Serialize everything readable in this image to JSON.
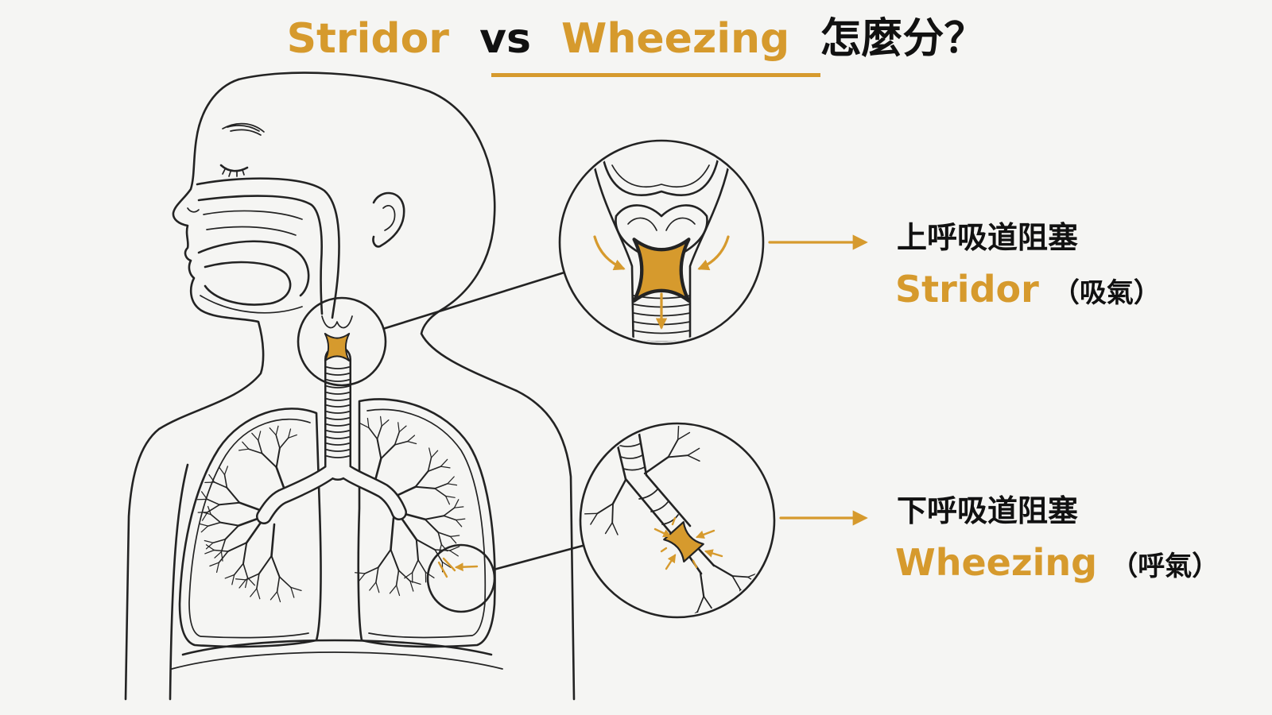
{
  "title": {
    "term1": "Stridor",
    "vs": "vs",
    "term2": "Wheezing",
    "question": "怎麼分？"
  },
  "upper": {
    "heading": "上呼吸道阻塞",
    "term": "Stridor",
    "phase": "（吸氣）"
  },
  "lower": {
    "heading": "下呼吸道阻塞",
    "term": "Wheezing",
    "phase": "（呼氣）"
  },
  "colors": {
    "accent": "#D69A2D",
    "text": "#111111",
    "line": "#232323",
    "background": "#F5F5F3"
  }
}
